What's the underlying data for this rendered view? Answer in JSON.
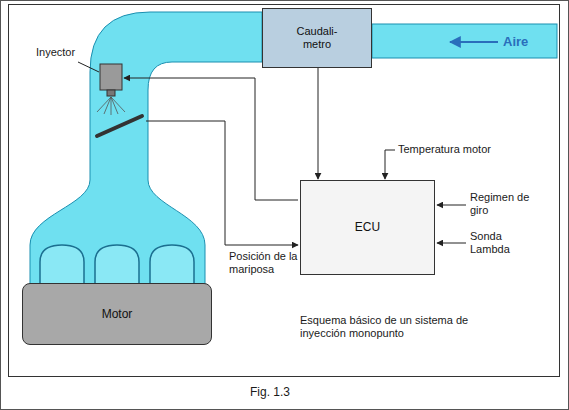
{
  "diagram": {
    "caption": "Fig. 1.3",
    "nodes": [
      {
        "text": [
          "Caudali- metro"
        ]
      },
      {
        "text": [
          "ECU"
        ]
      },
      {
        "text": [
          "Motor"
        ]
      }
    ],
    "edges": [
      {
        "from": 0,
        "to": 1,
        "arrow": "to"
      }
    ],
    "labels": [
      "Aire",
      "Inyector",
      "Temperatura motor",
      "Regimen de giro",
      "Sonda Lambda",
      "Posición de la mariposa",
      "Esquema básico de un sistema de inyección monopunto"
    ]
  }
}
